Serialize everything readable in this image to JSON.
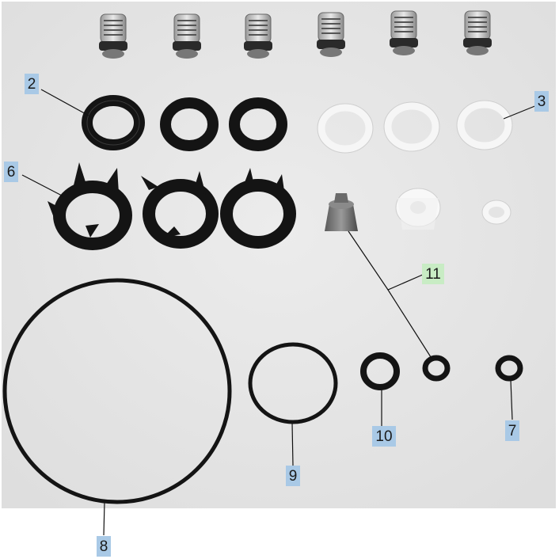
{
  "callouts": {
    "c2": "2",
    "c3": "3",
    "c6": "6",
    "c11": "11",
    "c10": "10",
    "c7": "7",
    "c9": "9",
    "c8": "8"
  },
  "colors": {
    "callout_blue": "#a9c9e6",
    "callout_green": "#c8ecc4",
    "backdrop": "#e6e6e6",
    "rubber": "#141414",
    "ptfe": "#f4f4f4"
  },
  "icons": {
    "valve": "valve-icon",
    "seal": "seal-ring-icon",
    "oring": "o-ring-icon"
  }
}
